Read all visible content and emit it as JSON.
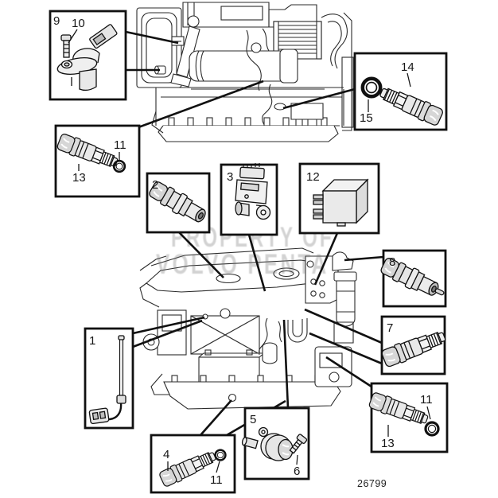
{
  "diagram": {
    "drawing_number": "26799",
    "watermark_line1": "PROPERTY OF",
    "watermark_line2": "VOLVO PENTA",
    "callouts": {
      "box9": {
        "ref": "9",
        "sub": "10",
        "part_icon": "crankshaft-position-sensor-with-bolt-icon"
      },
      "box13l": {
        "ref": "13",
        "sub": "11",
        "part_icon": "temperature-sensor-icon",
        "seal_icon": "o-ring-icon"
      },
      "box14": {
        "ref": "14",
        "sub": "15",
        "part_icon": "temperature-sensor-icon",
        "seal_icon": "sealing-ring-icon"
      },
      "box2": {
        "ref": "2",
        "part_icon": "oil-pressure-sensor-icon"
      },
      "box3": {
        "ref": "3",
        "part_icon": "boost-pressure-sensor-icon"
      },
      "box12": {
        "ref": "12",
        "part_icon": "relay-module-icon"
      },
      "box8": {
        "ref": "8",
        "part_icon": "pressure-sensor-pin-icon"
      },
      "box7": {
        "ref": "7",
        "part_icon": "pressure-sensor-icon"
      },
      "box1": {
        "ref": "1",
        "part_icon": "oil-level-sensor-with-cable-icon"
      },
      "box4": {
        "ref": "4",
        "sub": "11",
        "part_icon": "pressure-sensor-icon",
        "seal_icon": "o-ring-icon"
      },
      "box5": {
        "ref": "5",
        "sub": "6",
        "part_icon": "camshaft-sensor-with-bolt-icon"
      },
      "box13r": {
        "ref": "13",
        "sub": "11",
        "part_icon": "temperature-sensor-icon",
        "seal_icon": "o-ring-icon"
      }
    }
  }
}
